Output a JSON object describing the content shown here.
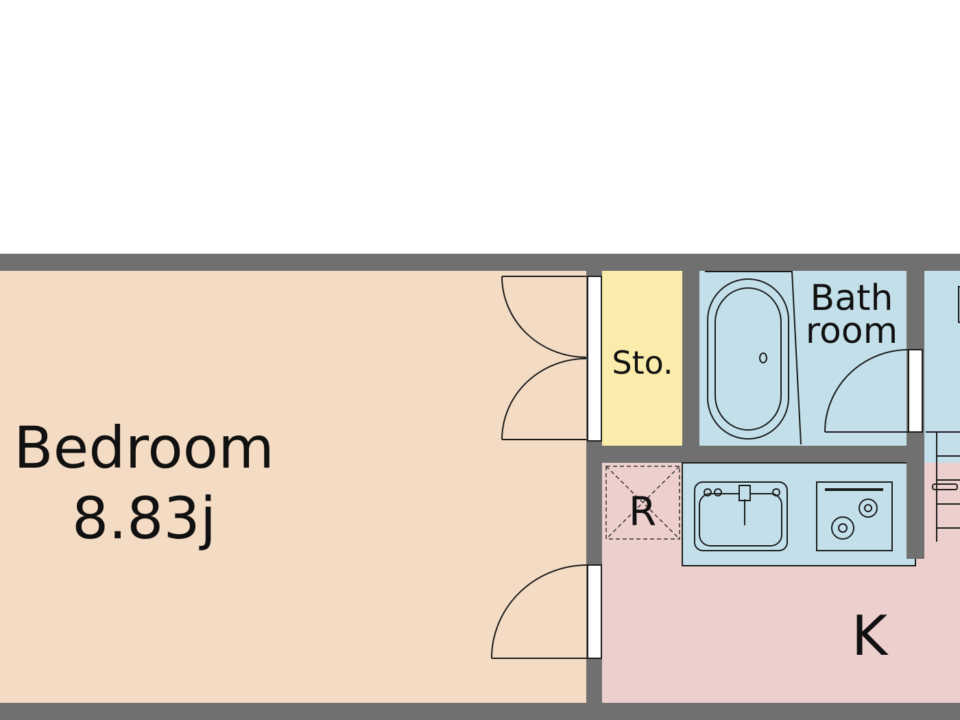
{
  "rooms": {
    "bedroom": {
      "name": "Bedroom",
      "size": "8.83j"
    },
    "storage": {
      "name": "Sto."
    },
    "bath": {
      "line1": "Bath",
      "line2": "room"
    },
    "refrigerator": {
      "name": "R"
    },
    "kitchen": {
      "name": "K"
    }
  },
  "colors": {
    "wall": "#707070",
    "bedroom": "#f4dcc4",
    "storage": "#faecaa",
    "wet_area": "#c3e0ea",
    "kitchen": "#edd0cd",
    "door": "#ffffff",
    "line": "#1a1a1a"
  },
  "icons": [
    "bathtub-icon",
    "sink-icon",
    "stove-icon",
    "refrigerator-space-icon",
    "swing-door-icon",
    "double-door-icon"
  ]
}
